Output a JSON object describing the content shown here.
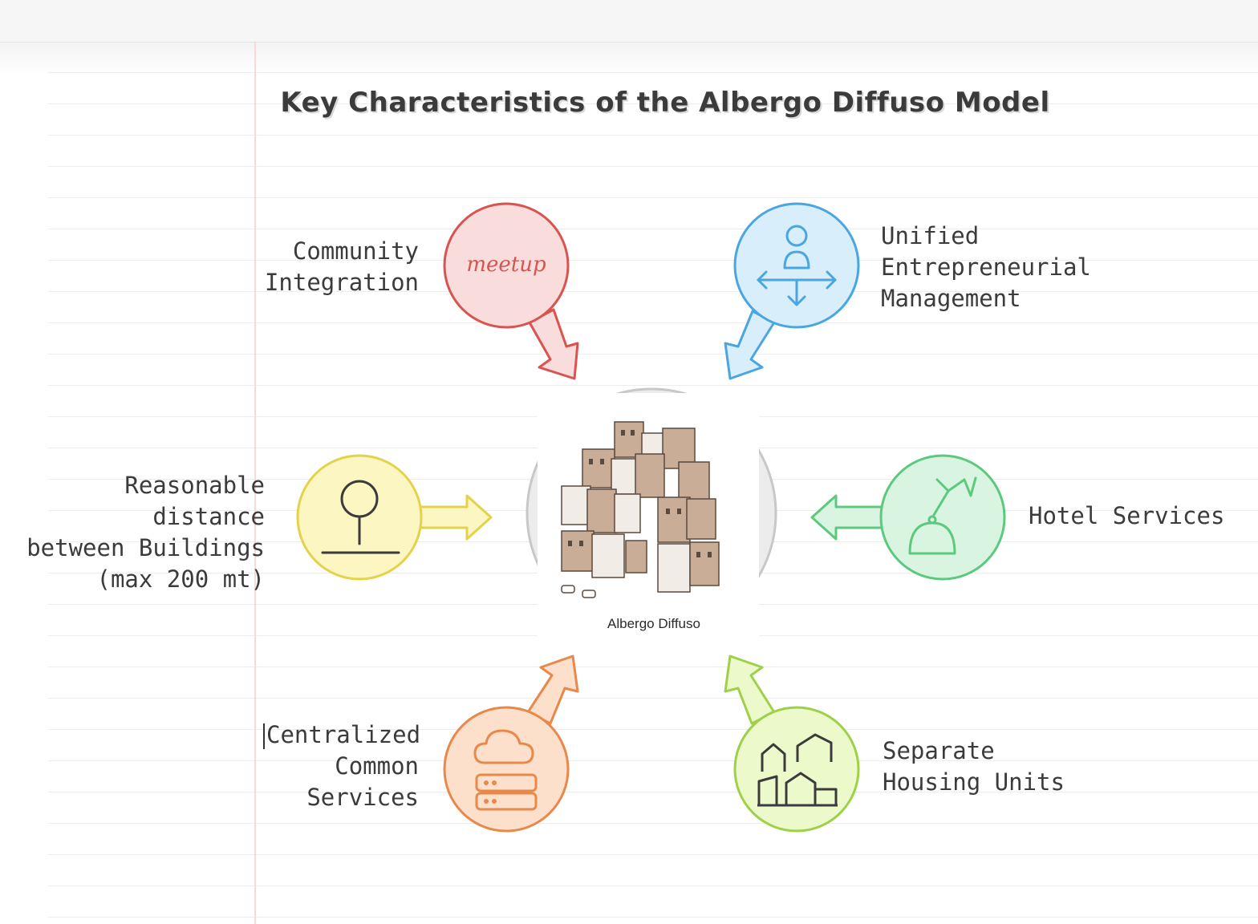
{
  "title": "Key Characteristics of the Albergo Diffuso Model",
  "center": {
    "caption": "Albergo Diffuso"
  },
  "nodes": [
    {
      "id": "community",
      "label": "Community\nIntegration",
      "color": "#d9534f",
      "fill": "#f9dcdc",
      "icon": "meetup-logo",
      "icon_text": "meetup"
    },
    {
      "id": "management",
      "label": "Unified\nEntrepreneurial\nManagement",
      "color": "#4aa6e0",
      "fill": "#d8eefb",
      "icon": "person-arrows-icon"
    },
    {
      "id": "distance",
      "label": "Reasonable distance\nbetween Buildings\n(max 200 mt)",
      "color": "#e3d24a",
      "fill": "#fcf6c2",
      "icon": "pin-icon"
    },
    {
      "id": "hotel",
      "label": "Hotel Services",
      "color": "#5cc97e",
      "fill": "#d9f5e1",
      "icon": "service-bell-icon"
    },
    {
      "id": "common",
      "label": "Centralized\nCommon\nServices",
      "color": "#e8884a",
      "fill": "#fde0cc",
      "icon": "cloud-server-icon"
    },
    {
      "id": "housing",
      "label": "Separate\nHousing Units",
      "color": "#9ed04a",
      "fill": "#ecfacb",
      "icon": "houses-icon"
    }
  ]
}
